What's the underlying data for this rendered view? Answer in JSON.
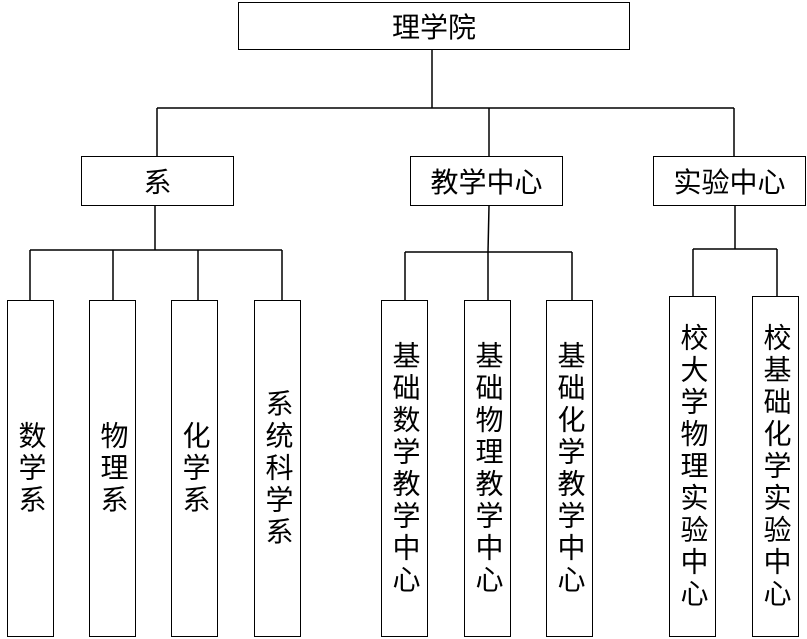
{
  "root": {
    "label": "理学院"
  },
  "groups": [
    {
      "label": "系",
      "children": [
        "数学系",
        "物理系",
        "化学系",
        "系统科学系"
      ]
    },
    {
      "label": "教学中心",
      "children": [
        "基础数学教学中心",
        "基础物理教学中心",
        "基础化学教学中心"
      ]
    },
    {
      "label": "实验中心",
      "children": [
        "校大学物理实验中心",
        "校基础化学实验中心"
      ]
    }
  ]
}
